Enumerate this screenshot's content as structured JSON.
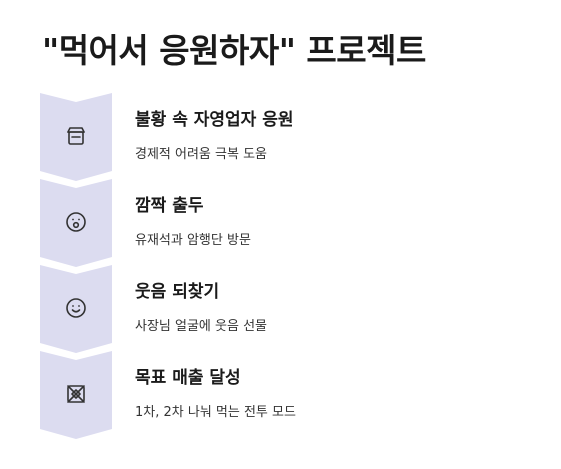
{
  "title": "\"먹어서 응원하자\" 프로젝트",
  "colors": {
    "chevron": "#dcdcf0",
    "icon": "#333333",
    "text": "#1a1a1a"
  },
  "steps": [
    {
      "icon": "shop-icon",
      "title": "불황 속 자영업자 응원",
      "desc": "경제적 어려움 극복 도움"
    },
    {
      "icon": "surprised-face-icon",
      "title": "깜짝 출두",
      "desc": "유재석과 암행단 방문"
    },
    {
      "icon": "smile-face-icon",
      "title": "웃음 되찾기",
      "desc": "사장님 얼굴에 웃음 선물"
    },
    {
      "icon": "target-cross-icon",
      "title": "목표 매출 달성",
      "desc": "1차, 2차 나눠 먹는 전투 모드"
    }
  ]
}
